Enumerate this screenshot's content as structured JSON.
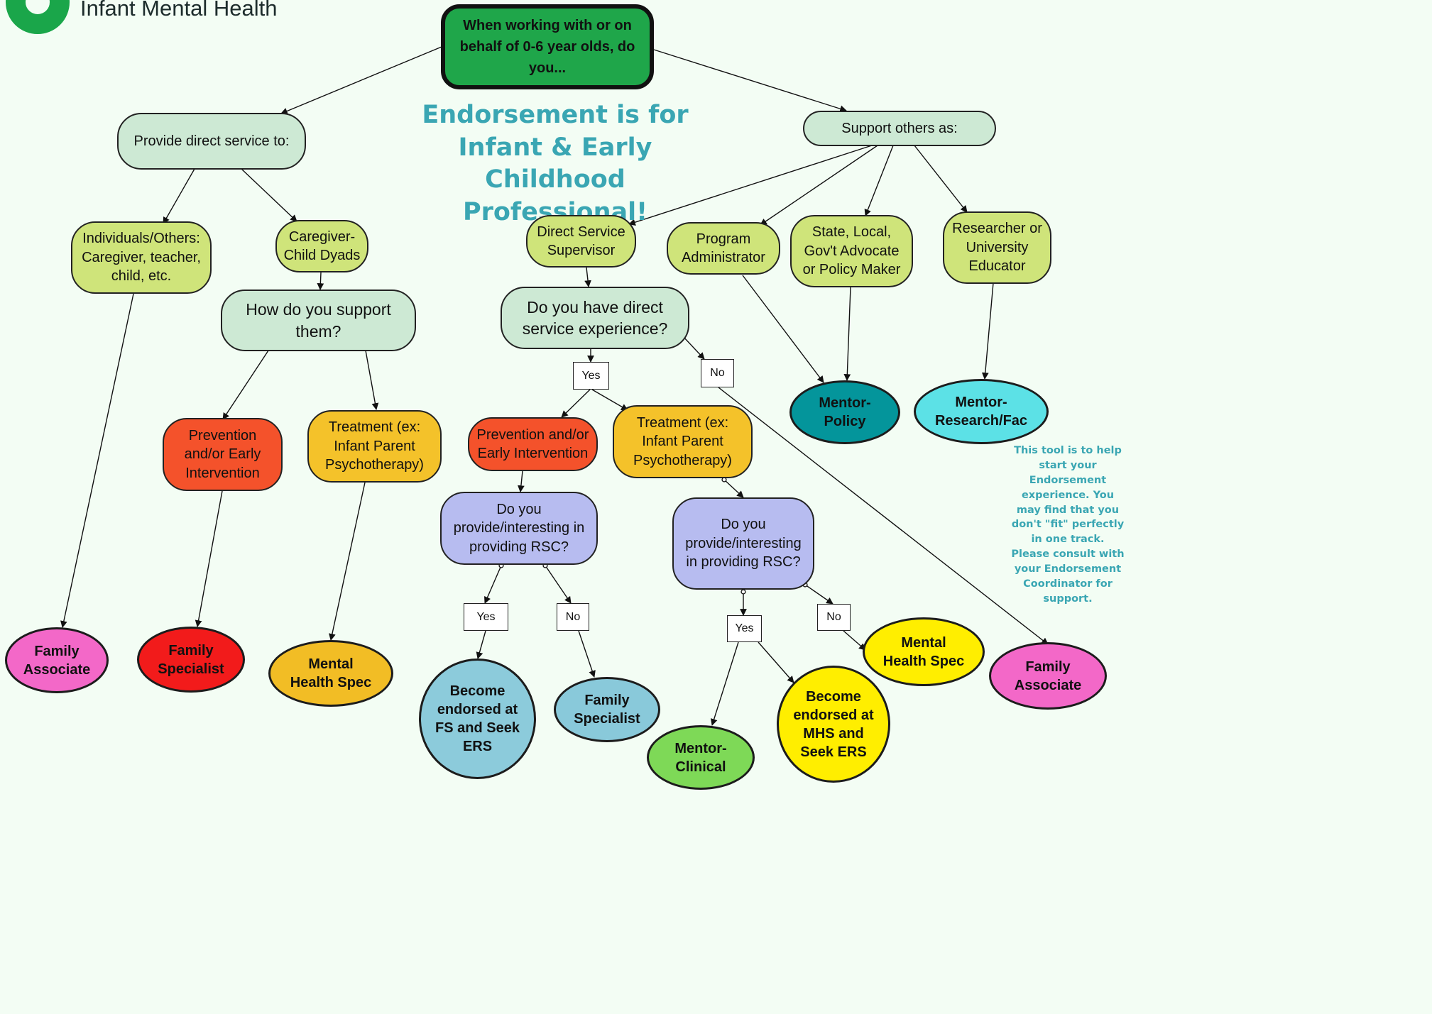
{
  "logo": {
    "text": "Infant Mental Health"
  },
  "headline": "Endorsement is for\nInfant & Early\nChildhood Professional!",
  "side_note": "This tool is to help\nstart your\nEndorsement\nexperience. You\nmay find that you\ndon't \"fit\" perfectly\nin one track.\nPlease consult with\nyour Endorsement\nCoordinator for\nsupport.",
  "nodes": {
    "root": "When working with or on\nbehalf of 0-6 year olds, do\nyou...",
    "direct_service": "Provide direct service to:",
    "support_others": "Support others as:",
    "individuals": "Individuals/Others:\nCaregiver, teacher,\nchild, etc.",
    "dyads": "Caregiver-\nChild Dyads",
    "how_support": "How do you support\nthem?",
    "prevention_left": "Prevention\nand/or Early\nIntervention",
    "treatment_left": "Treatment (ex:\nInfant Parent\nPsychotherapy)",
    "ds_supervisor": "Direct Service\nSupervisor",
    "program_admin": "Program\nAdministrator",
    "advocate": "State, Local,\nGov't Advocate\nor Policy Maker",
    "researcher": "Researcher or\nUniversity\nEducator",
    "have_experience": "Do you have direct\nservice experience?",
    "yes_1": "Yes",
    "no_1": "No",
    "prevention_mid": "Prevention and/or\nEarly Intervention",
    "treatment_mid": "Treatment (ex:\nInfant Parent\nPsychotherapy)",
    "rsc_mid": "Do you\nprovide/interesting in\nproviding RSC?",
    "rsc_right": "Do you\nprovide/interesting\nin providing RSC?",
    "yes_2": "Yes",
    "no_2": "No",
    "yes_3": "Yes",
    "no_3": "No",
    "family_associate_left": "Family\nAssociate",
    "family_specialist_left": "Family\nSpecialist",
    "mhs_left": "Mental\nHealth Spec",
    "endorse_fs": "Become\nendorsed at\nFS and Seek\nERS",
    "family_specialist_mid": "Family\nSpecialist",
    "mentor_clinical": "Mentor-\nClinical",
    "endorse_mhs": "Become\nendorsed at\nMHS and\nSeek ERS",
    "mhs_right": "Mental\nHealth Spec",
    "family_associate_right": "Family\nAssociate",
    "mentor_policy": "Mentor-\nPolicy",
    "mentor_research": "Mentor-\nResearch/Fac"
  },
  "colors": {
    "background": "#f3fdf4",
    "brand_green": "#1fa64a",
    "headline_teal": "#3aa6b3",
    "question_mint": "#cde9d4",
    "role_lime": "#cfe47a",
    "prevention_red": "#f4522b",
    "treatment_amber": "#f4c22a",
    "rsc_lavender": "#b7bcf0",
    "family_associate_pink": "#f368c8",
    "family_specialist_red": "#f21b1b",
    "mental_health_amber": "#f2bd25",
    "endorse_fs_blue": "#8ccbdb",
    "family_specialist_blue": "#89c9da",
    "mentor_clinical_green": "#7ed957",
    "endorse_mhs_yellow": "#ffee00",
    "mhs_yellow": "#ffee00",
    "mentor_policy_teal": "#04959b",
    "mentor_research_cyan": "#5ce1e6"
  }
}
